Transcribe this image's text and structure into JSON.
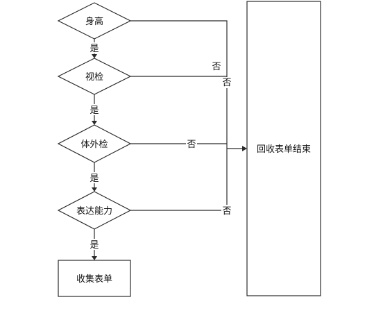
{
  "nodes": {
    "height": "身高",
    "vision": "视检",
    "physical": "体外检",
    "expression": "表达能力",
    "collect": "收集表单",
    "end": "回收表单结束"
  },
  "edge_labels": {
    "yes_1": "是",
    "yes_2": "是",
    "yes_3": "是",
    "yes_4": "是",
    "no_height": "否",
    "no_vision": "否",
    "no_physical": "否",
    "no_expression": "否"
  },
  "colors": {
    "stroke": "#2b2b2b",
    "fill": "#ffffff",
    "text": "#111111"
  }
}
